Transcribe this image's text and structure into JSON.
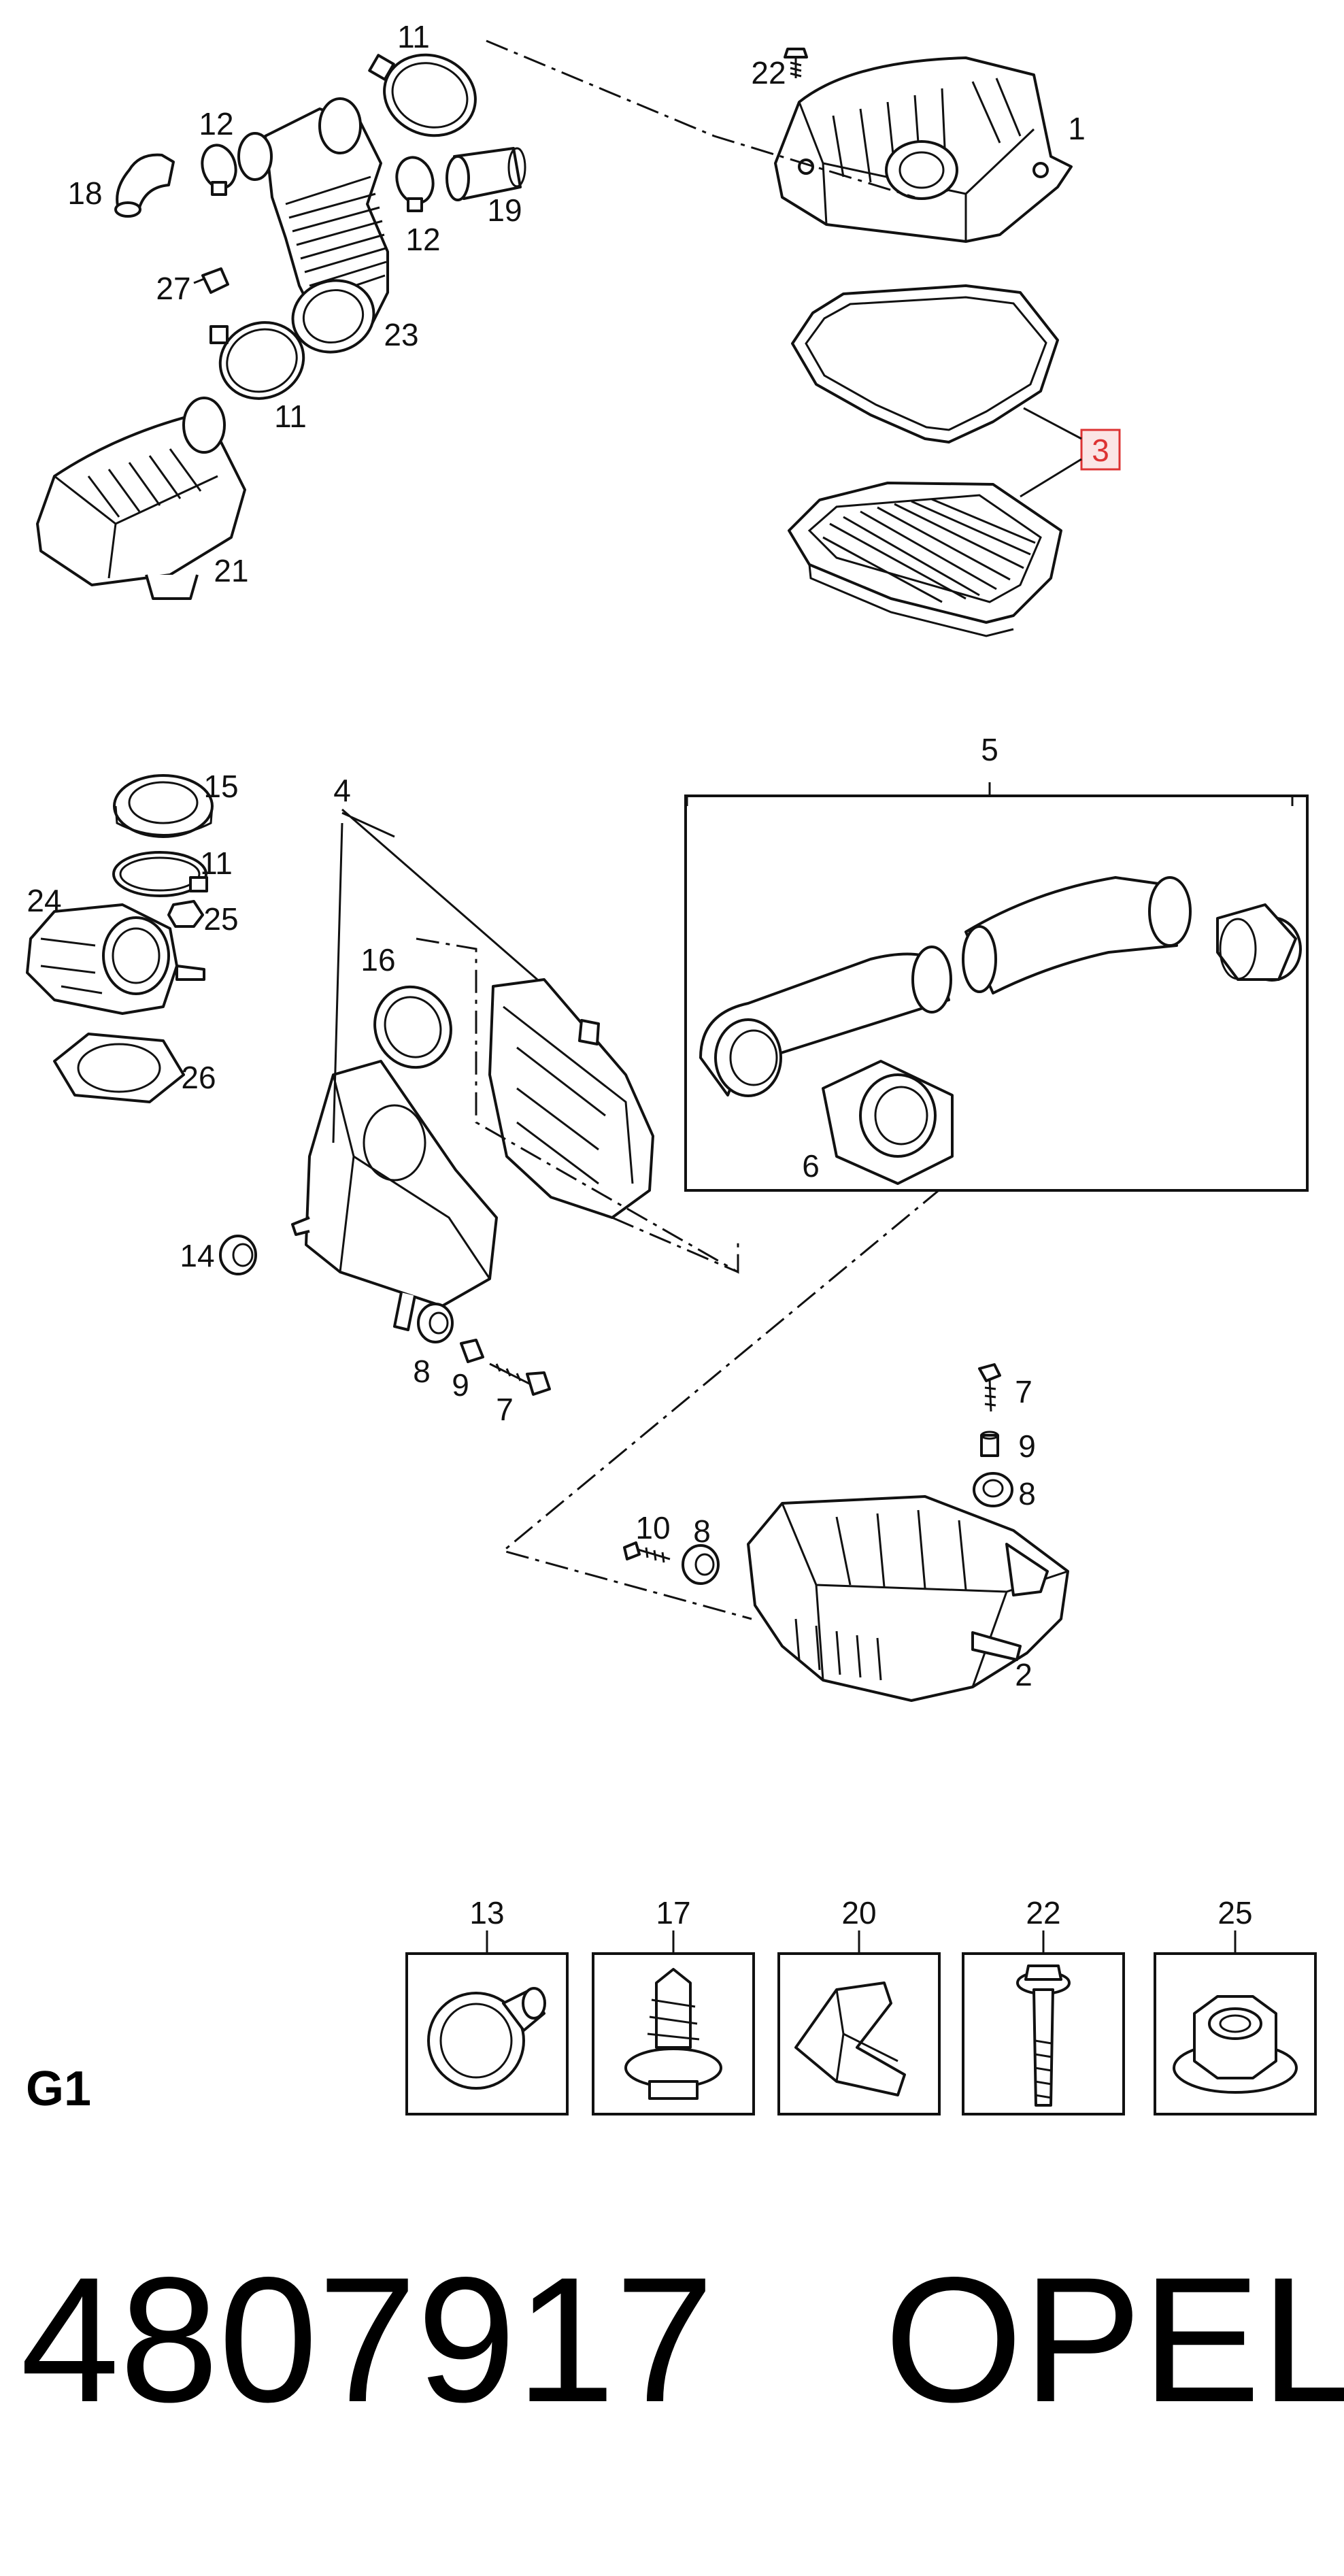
{
  "diagram": {
    "section_code": "G1",
    "part_number": "4807917",
    "brand": "OPEL",
    "highlight_color": "#dd3333",
    "callouts": {
      "c1": "1",
      "c2": "2",
      "c3": "3",
      "c4": "4",
      "c5": "5",
      "c6": "6",
      "c7a": "7",
      "c7b": "7",
      "c8a": "8",
      "c8b": "8",
      "c8c": "8",
      "c9a": "9",
      "c9b": "9",
      "c10": "10",
      "c11a": "11",
      "c11b": "11",
      "c11c": "11",
      "c12a": "12",
      "c12b": "12",
      "c14": "14",
      "c15": "15",
      "c16": "16",
      "c18": "18",
      "c19": "19",
      "c21": "21",
      "c22": "22",
      "c23": "23",
      "c24": "24",
      "c25": "25",
      "c26": "26",
      "c27": "27"
    },
    "hardware_boxes": [
      {
        "label": "13",
        "icon": "push-rivet-icon"
      },
      {
        "label": "17",
        "icon": "fir-tree-clip-icon"
      },
      {
        "label": "20",
        "icon": "bracket-icon"
      },
      {
        "label": "22",
        "icon": "flange-bolt-icon"
      },
      {
        "label": "25",
        "icon": "hex-nut-icon"
      }
    ]
  }
}
